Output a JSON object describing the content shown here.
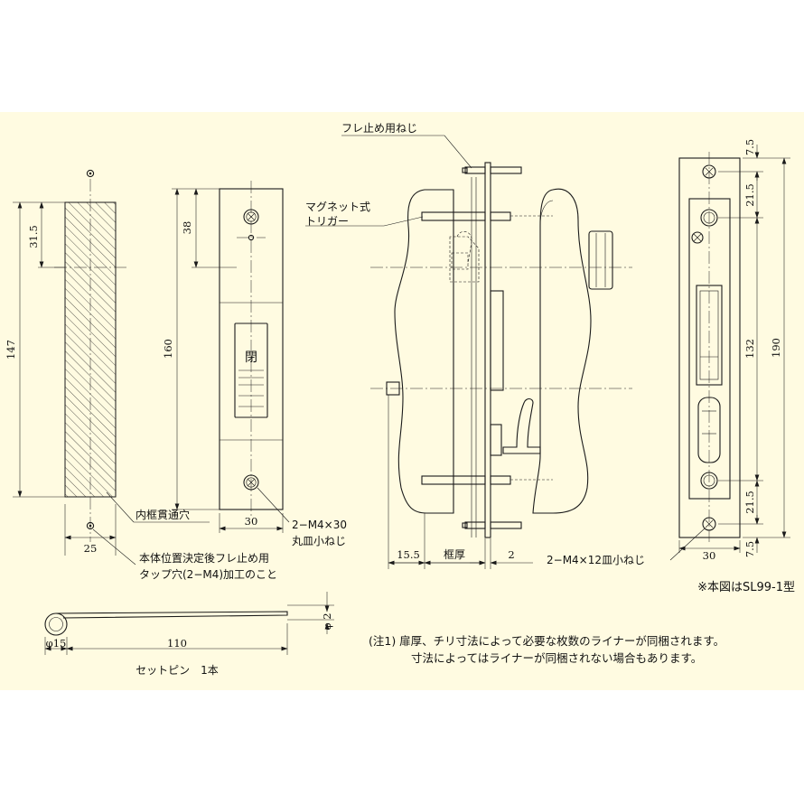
{
  "labels": {
    "fure_screw": "フレ止め用ねじ",
    "magnet_1": "マグネット式",
    "magnet_2": "トリガー",
    "closed": "閉",
    "inner_frame": "内框貫通穴",
    "screw_30_1": "2−M4×30",
    "screw_30_2": "丸皿小ねじ",
    "tap_1": "本体位置決定後フレ止め用",
    "tap_2": "タップ穴(2−M4)加工のこと",
    "screw_12": "2−M4×12皿小ねじ",
    "model": "※本図はSL99-1型",
    "set_pin": "セットピン　1本",
    "frame_thickness": "框厚",
    "note_1": "(注1) 扉厚、チリ寸法によって必要な枚数のライナーが同梱されます。",
    "note_2": "寸法によってはライナーが同梱されない場合もあります。"
  },
  "dims": {
    "d147": "147",
    "d31_5": "31.5",
    "d25": "25",
    "d38": "38",
    "d160": "160",
    "d30a": "30",
    "d15_5": "15.5",
    "d2": "2",
    "d7_5a": "7.5",
    "d21_5a": "21.5",
    "d132": "132",
    "d190": "190",
    "d21_5b": "21.5",
    "d7_5b": "7.5",
    "d30b": "30",
    "phi2": "φ 2",
    "phi15": "φ15",
    "d110": "110"
  },
  "colors": {
    "sheet": "#fffbe1",
    "line": "#1a1a1a"
  }
}
